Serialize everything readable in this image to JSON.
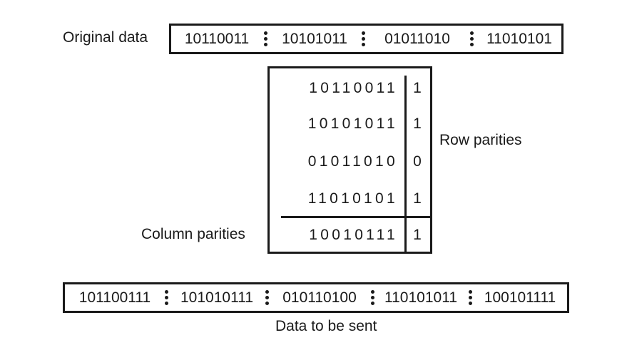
{
  "original": {
    "label": "Original data",
    "segments": [
      "10110011",
      "10101011",
      "01011010",
      "11010101"
    ]
  },
  "matrix": {
    "rows": [
      {
        "bits": "10110011",
        "parity": "1"
      },
      {
        "bits": "10101011",
        "parity": "1"
      },
      {
        "bits": "01011010",
        "parity": "0"
      },
      {
        "bits": "11010101",
        "parity": "1"
      }
    ],
    "column_parity": {
      "bits": "10010111",
      "parity": "1"
    },
    "row_parities_label": "Row parities",
    "column_parities_label": "Column parities"
  },
  "sent": {
    "label": "Data to be sent",
    "segments": [
      "101100111",
      "101010111",
      "010110100",
      "110101011",
      "100101111"
    ]
  }
}
